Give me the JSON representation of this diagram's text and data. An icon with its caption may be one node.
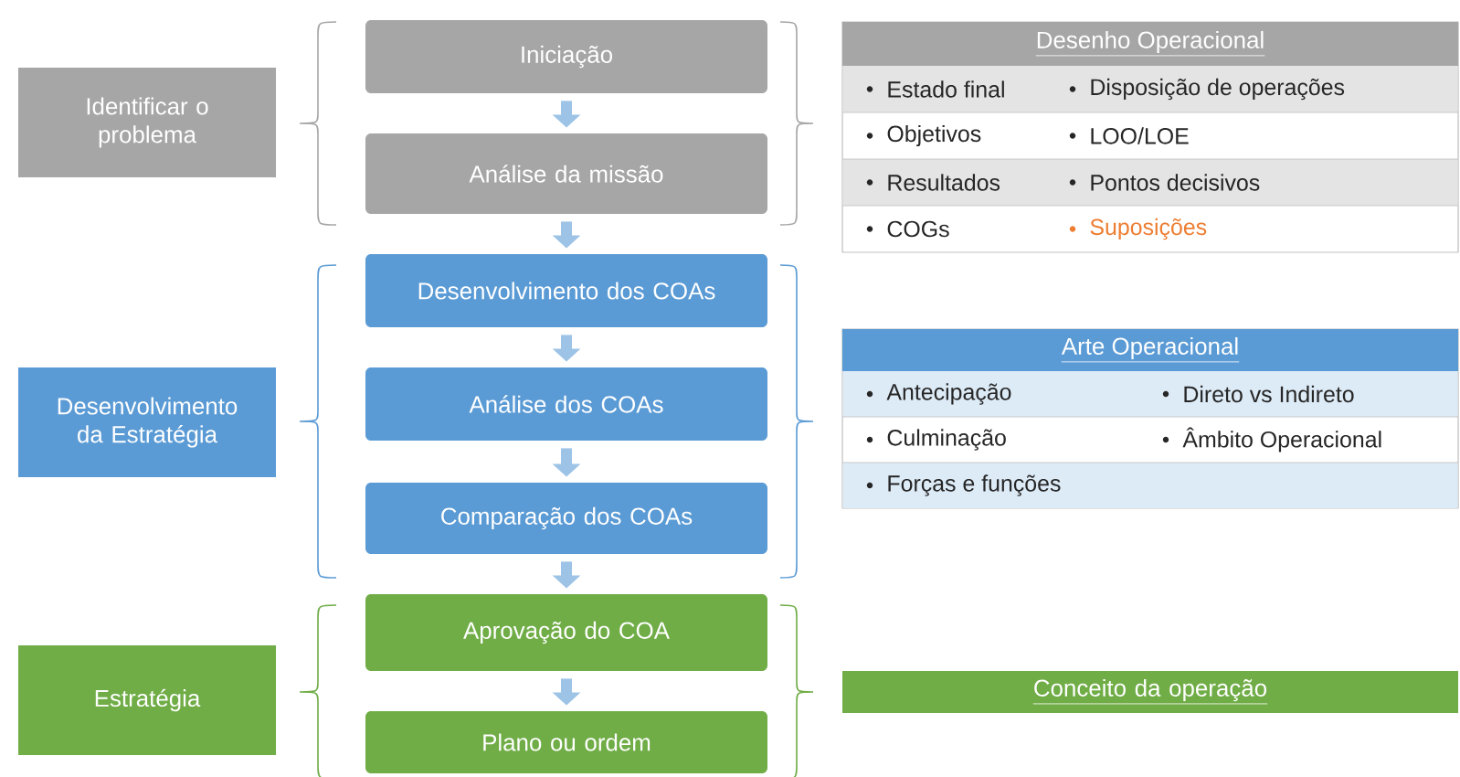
{
  "diagram": {
    "nodes": [
      {
        "text": [
          "Identificar o problema"
        ]
      },
      {
        "text": [
          "Iniciação"
        ]
      },
      {
        "text": [
          "Análise da missão"
        ]
      },
      {
        "text": [
          "Desenvolvimento da Estratégia"
        ]
      },
      {
        "text": [
          "Desenvolvimento dos COAs"
        ]
      },
      {
        "text": [
          "Análise dos COAs"
        ]
      },
      {
        "text": [
          "Comparação dos COAs"
        ]
      },
      {
        "text": [
          "Estratégia"
        ]
      },
      {
        "text": [
          "Aprovação do COA"
        ]
      },
      {
        "text": [
          "Plano ou ordem"
        ]
      },
      {
        "text": [
          "Desenho Operacional",
          "Estado final",
          "Disposição de operações",
          "Objetivos",
          "LOO/LOE",
          "Resultados",
          "Pontos decisivos",
          "COGs",
          "Suposições"
        ]
      },
      {
        "text": [
          "Arte Operacional",
          "Antecipação",
          "Direto vs Indireto",
          "Culminação",
          "Âmbito Operacional",
          "Forças e funções"
        ]
      },
      {
        "text": [
          "Conceito da operação"
        ]
      }
    ],
    "edges": [
      {
        "from": 1,
        "to": 2,
        "arrow": "to"
      },
      {
        "from": 2,
        "to": 4,
        "arrow": "to"
      },
      {
        "from": 4,
        "to": 5,
        "arrow": "to"
      },
      {
        "from": 5,
        "to": 6,
        "arrow": "to"
      },
      {
        "from": 6,
        "to": 8,
        "arrow": "to"
      },
      {
        "from": 8,
        "to": 9,
        "arrow": "to"
      }
    ]
  }
}
